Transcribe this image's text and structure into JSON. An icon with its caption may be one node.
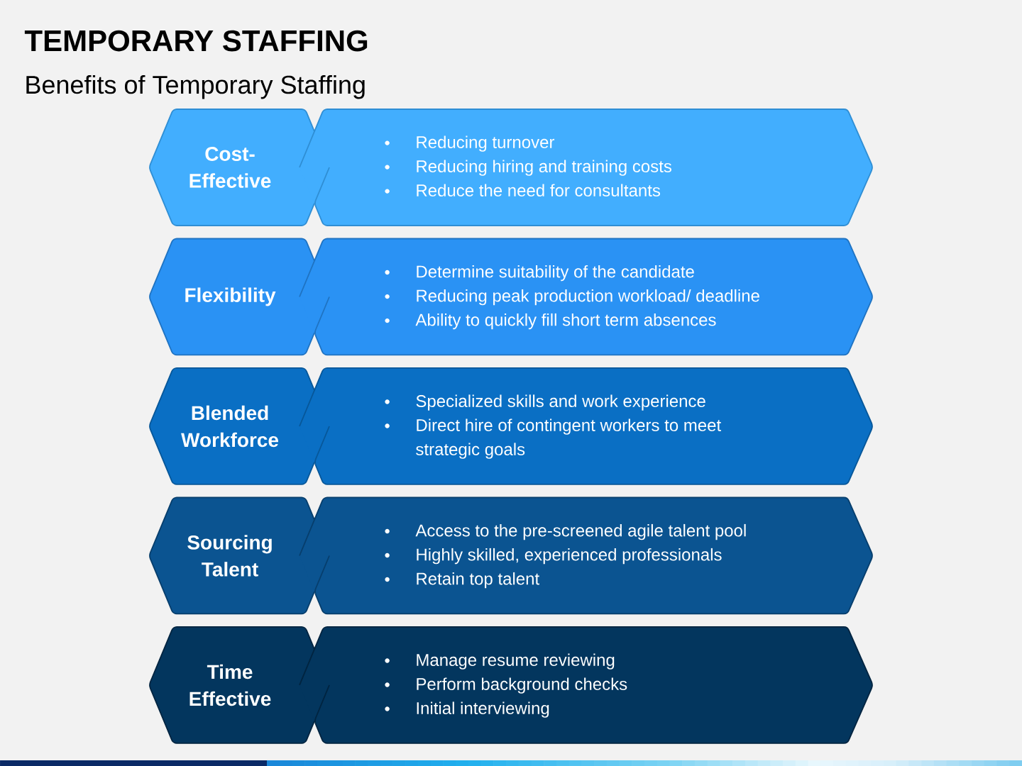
{
  "diagram": {
    "title": "TEMPORARY STAFFING",
    "nodes": [
      {
        "text": [
          "Cost-Effective"
        ]
      },
      {
        "text": [
          "Reducing turnover",
          "Reducing hiring and training costs",
          "Reduce the need for consultants"
        ]
      },
      {
        "text": [
          "Flexibility"
        ]
      },
      {
        "text": [
          "Determine suitability of the candidate",
          "Reducing peak production workload/ deadline",
          "Ability to quickly fill short term absences"
        ]
      },
      {
        "text": [
          "Blended Workforce"
        ]
      },
      {
        "text": [
          "Specialized skills and work experience",
          "Direct hire of contingent workers to meet strategic goals"
        ]
      },
      {
        "text": [
          "Sourcing Talent"
        ]
      },
      {
        "text": [
          "Access to the pre-screened agile talent pool",
          "Highly skilled, experienced professionals",
          "Retain top talent"
        ]
      },
      {
        "text": [
          "Time Effective"
        ]
      },
      {
        "text": [
          "Manage resume reviewing",
          "Perform background checks",
          "Initial interviewing"
        ]
      }
    ],
    "labels": [
      "Benefits of Temporary Staffing"
    ]
  }
}
